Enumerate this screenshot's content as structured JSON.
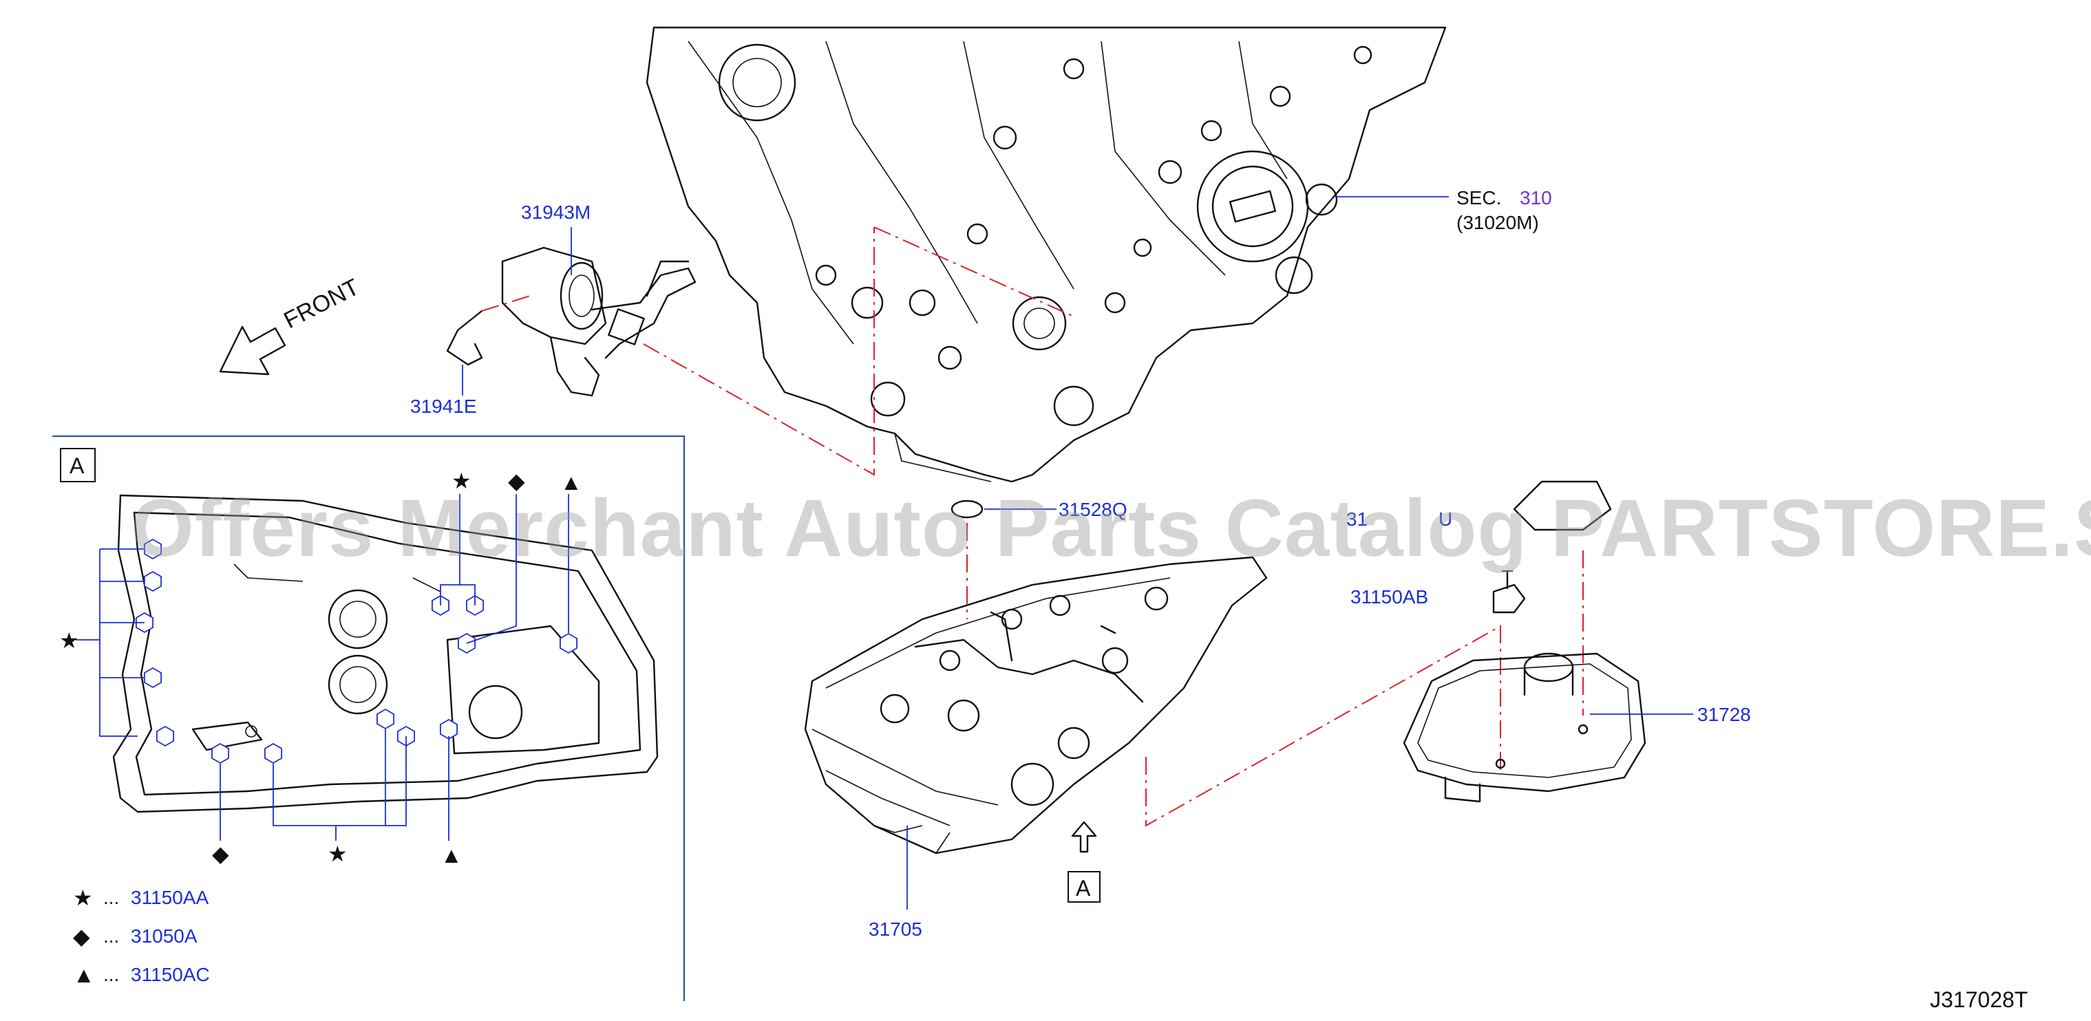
{
  "labels": {
    "part_31943M": "31943M",
    "part_31941E": "31941E",
    "part_31528Q": "31528Q",
    "part_31150AB": "31150AB",
    "part_31728": "31728",
    "part_31705": "31705",
    "part_31xx0U": "31",
    "part_31xx0U_tail": "U",
    "sec_prefix": "SEC.",
    "sec_number": "310",
    "sec_sub": "(31020M)",
    "front": "FRONT",
    "view_a": "A",
    "view_a_inset": "A",
    "diagram_code": "J317028T"
  },
  "legend": [
    {
      "symbol": "★",
      "prefix": "...",
      "part": "31150AA"
    },
    {
      "symbol": "◆",
      "prefix": "...",
      "part": "31050A"
    },
    {
      "symbol": "▲",
      "prefix": "...",
      "part": "31150AC"
    }
  ],
  "callout_symbols": {
    "top_star": "★",
    "top_diamond": "◆",
    "top_triangle": "▲",
    "left_star": "★",
    "bottom_diamond": "◆",
    "bottom_star": "★",
    "bottom_triangle": "▲"
  },
  "watermark": "Offers Merchant Auto Parts Catalog PARTSTORE.SA",
  "colors": {
    "label_blue": "#1a2fd6",
    "section_purple": "#7b2fd6",
    "phantom_red": "#e0202a",
    "frame_blue": "#1a4fa0"
  }
}
